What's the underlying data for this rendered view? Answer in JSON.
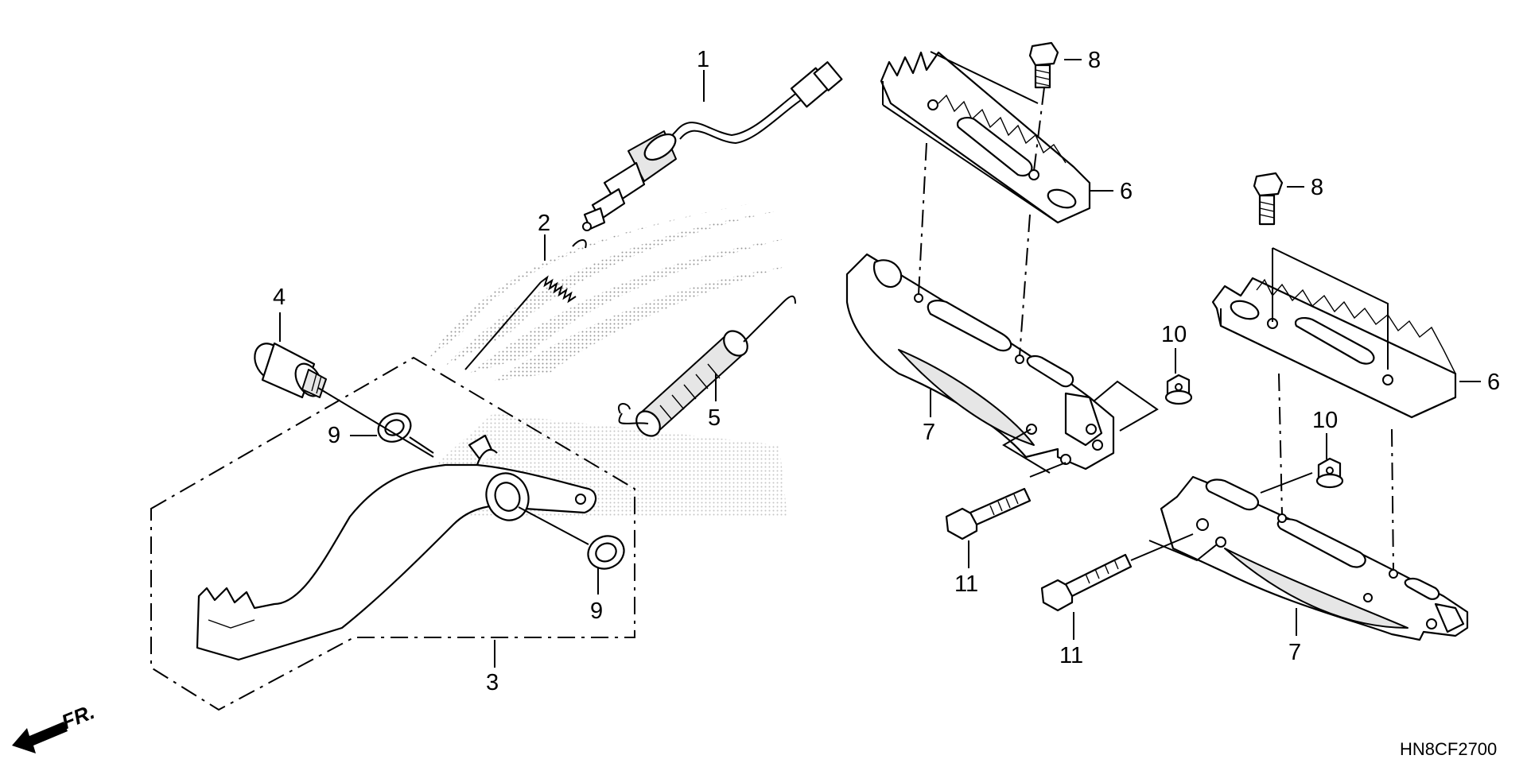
{
  "diagram_code": "HN8CF2700",
  "direction_label": "FR.",
  "parts": [
    {
      "ref": "1",
      "icon": "brake-light-switch-icon"
    },
    {
      "ref": "2",
      "icon": "switch-spring-icon"
    },
    {
      "ref": "3",
      "icon": "brake-pedal-icon"
    },
    {
      "ref": "4",
      "icon": "pivot-bolt-icon"
    },
    {
      "ref": "5",
      "icon": "return-spring-icon"
    },
    {
      "ref": "6",
      "icon": "step-plate-icon"
    },
    {
      "ref": "7",
      "icon": "step-bracket-icon"
    },
    {
      "ref": "8",
      "icon": "flange-bolt-icon"
    },
    {
      "ref": "9",
      "icon": "dust-seal-icon"
    },
    {
      "ref": "10",
      "icon": "flange-nut-icon"
    },
    {
      "ref": "11",
      "icon": "flange-bolt-icon"
    }
  ]
}
